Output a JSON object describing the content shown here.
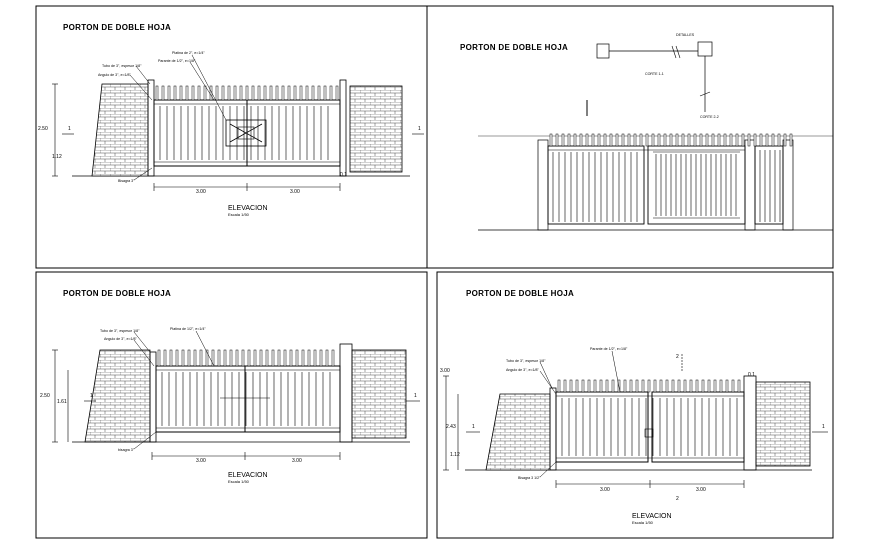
{
  "panels": [
    {
      "title": "PORTON DE DOBLE HOJA",
      "elevation_label": "ELEVACION",
      "scale_label": "Escala 1/50",
      "notes": [
        "Tubo de 3\", espesor 1/8\"",
        "Angulo de 3\", e=1/8\"",
        "Platina de 2\", e=1/4\"",
        "Parante de 1/2\", e=1/8\"",
        "Bisagra 3\""
      ],
      "dims": [
        "3.00",
        "3.00",
        "2.50",
        "1.12",
        "1",
        "0.1"
      ]
    },
    {
      "title": "PORTON DE DOBLE HOJA",
      "detail_labels": [
        "DETALLES",
        "CORTE 1-1",
        "CORTE 2-2"
      ]
    },
    {
      "title": "PORTON DE DOBLE HOJA",
      "elevation_label": "ELEVACION",
      "scale_label": "Escala 1/50",
      "notes": [
        "Tubo de 3\", espesor 1/8\"",
        "Angulo de 3\", e=1/8\"",
        "Platina de 1/2\", e=1/4\"",
        "bisagra 3\""
      ],
      "dims": [
        "3.00",
        "3.00",
        "2.50",
        "1.61",
        "1"
      ]
    },
    {
      "title": "PORTON DE DOBLE HOJA",
      "elevation_label": "ELEVACION",
      "scale_label": "Escala 1/50",
      "notes": [
        "Tubo de 3\", espesor 1/8\"",
        "Angulo de 3\", e=1/8\"",
        "Parante de 1/2\", e=1/8\"",
        "Bisagra 3 1/2\""
      ],
      "dims": [
        "3.00",
        "3.00",
        "3.00",
        "2.43",
        "1.12",
        "1",
        "2",
        "0.1"
      ]
    }
  ]
}
